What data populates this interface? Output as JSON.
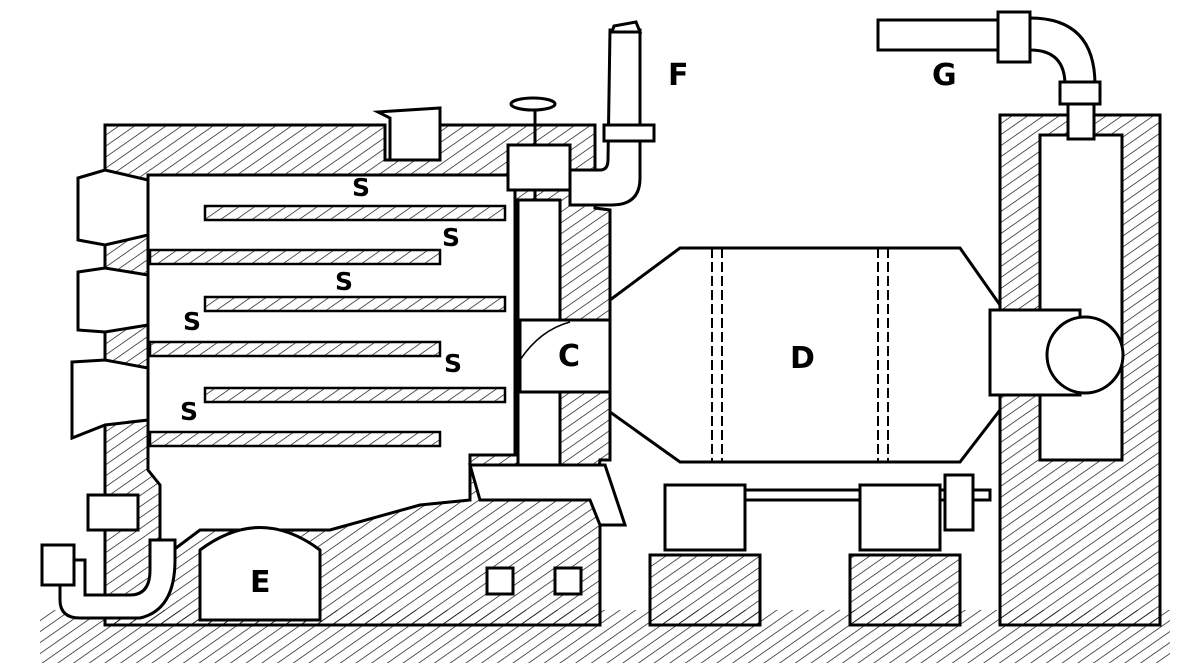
{
  "labels": {
    "F": "F",
    "G": "G",
    "C": "C",
    "D": "D",
    "E": "E",
    "S": [
      "S",
      "S",
      "S",
      "S",
      "S",
      "S"
    ]
  },
  "colors": {
    "ink": "#000000",
    "paper": "#ffffff"
  }
}
